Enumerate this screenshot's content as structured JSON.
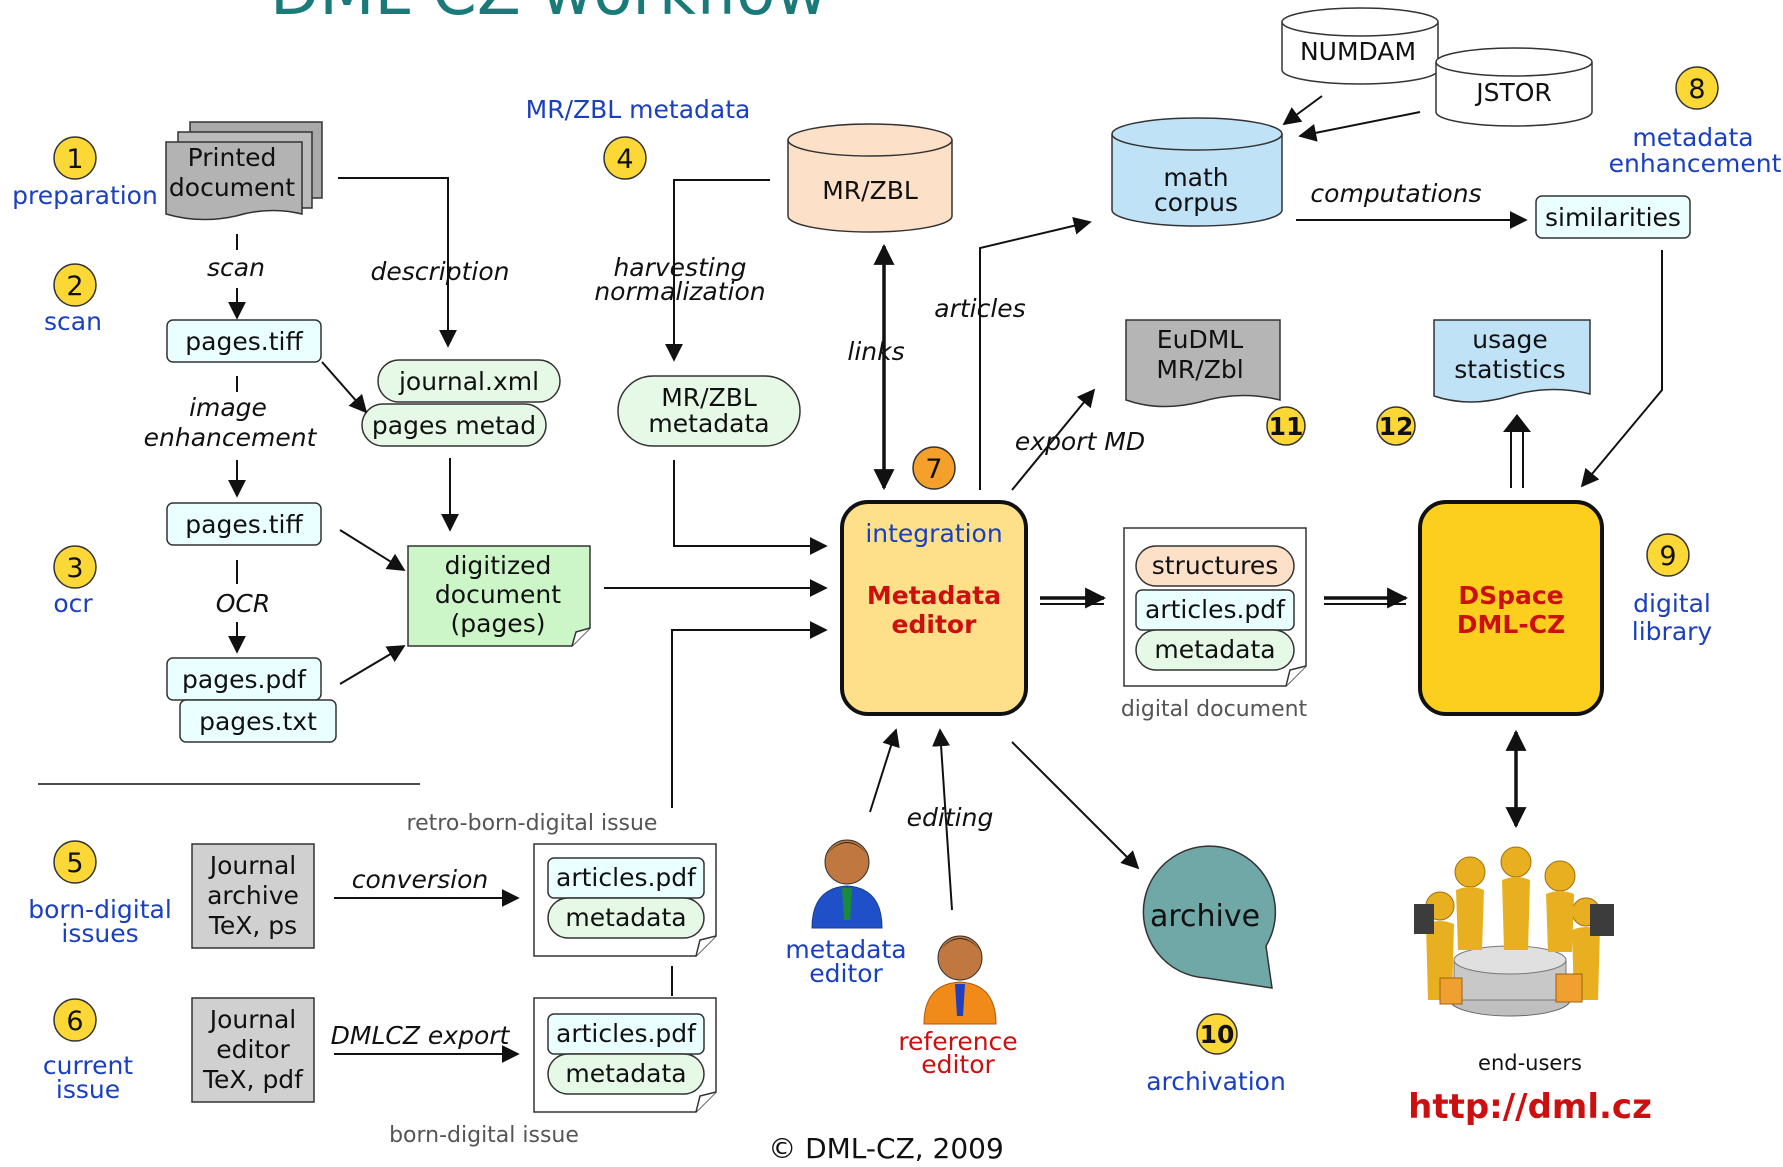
{
  "title": "DML-CZ workflow",
  "steps": {
    "s1": {
      "num": "1",
      "label": "preparation"
    },
    "s2": {
      "num": "2",
      "label": "scan"
    },
    "s3": {
      "num": "3",
      "label": "ocr"
    },
    "s4": {
      "num": "4",
      "label": "MR/ZBL metadata"
    },
    "s5": {
      "num": "5",
      "label1": "born-digital",
      "label2": "issues"
    },
    "s6": {
      "num": "6",
      "label1": "current",
      "label2": "issue"
    },
    "s7": {
      "num": "7"
    },
    "s8": {
      "num": "8",
      "label1": "metadata",
      "label2": "enhancement"
    },
    "s9": {
      "num": "9",
      "label1": "digital",
      "label2": "library"
    },
    "s10": {
      "num": "10",
      "label": "archivation"
    },
    "s11": {
      "num": "11"
    },
    "s12": {
      "num": "12"
    }
  },
  "nodes": {
    "printed": {
      "line1": "Printed",
      "line2": "document"
    },
    "pages_tiff_1": "pages.tiff",
    "pages_tiff_2": "pages.tiff",
    "pages_pdf": "pages.pdf",
    "pages_txt": "pages.txt",
    "journal_xml": "journal.xml",
    "pages_metad": "pages metad",
    "digitized": {
      "line1": "digitized",
      "line2": "document",
      "line3": "(pages)"
    },
    "mrzbl_db": "MR/ZBL",
    "mrzbl_meta": {
      "line1": "MR/ZBL",
      "line2": "metadata"
    },
    "numdam": "NUMDAM",
    "jstor": "JSTOR",
    "math_corpus": {
      "line1": "math",
      "line2": "corpus"
    },
    "similarities": "similarities",
    "eudml": {
      "line1": "EuDML",
      "line2": "MR/Zbl"
    },
    "usage": {
      "line1": "usage",
      "line2": "statistics"
    },
    "editor": {
      "top": "integration",
      "line1": "Metadata",
      "line2": "editor"
    },
    "digital_doc": {
      "structures": "structures",
      "articles": "articles.pdf",
      "metadata": "metadata",
      "caption": "digital document"
    },
    "dspace": {
      "line1": "DSpace",
      "line2": "DML-CZ"
    },
    "archive": "archive",
    "journal_archive": {
      "line1": "Journal",
      "line2": "archive",
      "line3": "TeX, ps"
    },
    "journal_editor": {
      "line1": "Journal",
      "line2": "editor",
      "line3": "TeX, pdf"
    },
    "retro_issue": {
      "caption": "retro-born-digital issue",
      "articles": "articles.pdf",
      "metadata": "metadata"
    },
    "born_issue": {
      "caption": "born-digital issue",
      "articles": "articles.pdf",
      "metadata": "metadata"
    },
    "metadata_editor_person": {
      "line1": "metadata",
      "line2": "editor"
    },
    "reference_editor_person": {
      "line1": "reference",
      "line2": "editor"
    },
    "end_users": "end-users",
    "url": "http://dml.cz"
  },
  "edges": {
    "scan": "scan",
    "description": "description",
    "image_enh1": "image",
    "image_enh2": "enhancement",
    "ocr": "OCR",
    "harvest1": "harvesting",
    "harvest2": "normalization",
    "links": "links",
    "articles": "articles",
    "computations": "computations",
    "export": "export MD",
    "editing": "editing",
    "conversion": "conversion",
    "dmlcz_export": "DMLCZ export"
  },
  "footer": "© DML-CZ, 2009",
  "colors": {
    "badge": "#fcd837",
    "badge_orange": "#f5a02a",
    "light_cyan": "#eaffff",
    "light_green": "#e6f9e6",
    "green_note": "#ccf5c8",
    "peach": "#fde0c8",
    "sky": "#bfe2f7",
    "editor_fill": "#fde089",
    "dspace_fill": "#fccf1e",
    "archive_fill": "#6fa8a7",
    "gray_box": "#d0d0d0"
  }
}
